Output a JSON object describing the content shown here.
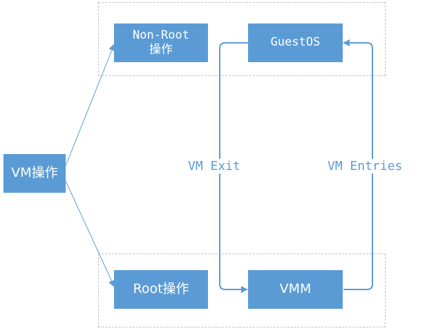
{
  "diagram": {
    "nodes": {
      "vm_op": "VM操作",
      "non_root_op": "Non-Root\n操作",
      "root_op": "Root操作",
      "guest_os": "GuestOS",
      "vmm": "VMM"
    },
    "edge_labels": {
      "vm_exit": "VM Exit",
      "vm_entries": "VM Entries"
    },
    "colors": {
      "box_fill": "#5b9bd5",
      "box_text": "#ffffff",
      "arrow": "#5b9bd5",
      "region_border": "#bfbfbf"
    }
  }
}
